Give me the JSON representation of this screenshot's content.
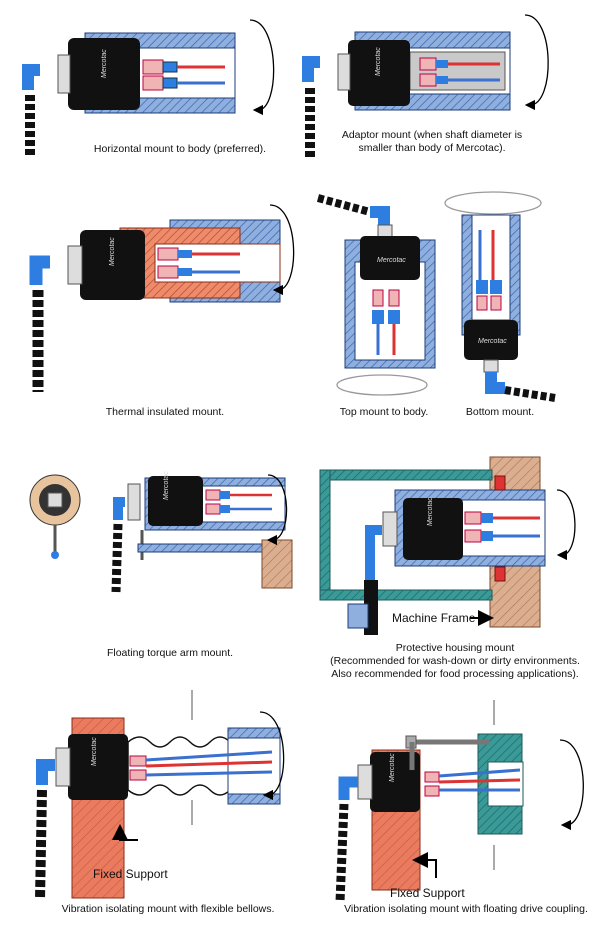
{
  "brand_label": "Mercotac",
  "panels": [
    {
      "id": "p1",
      "caption_lines": [
        "Horizontal mount to body (preferred)."
      ]
    },
    {
      "id": "p2",
      "caption_lines": [
        "Adaptor mount (when shaft diameter is",
        "smaller than body of Mercotac)."
      ]
    },
    {
      "id": "p3",
      "caption_lines": [
        "Thermal insulated mount."
      ]
    },
    {
      "id": "p4",
      "caption_lines": [
        "Top mount to body."
      ]
    },
    {
      "id": "p5",
      "caption_lines": [
        "Bottom mount."
      ]
    },
    {
      "id": "p6",
      "caption_lines": [
        "Floating torque arm mount."
      ]
    },
    {
      "id": "p7",
      "caption_lines": [
        "Protective housing mount",
        "(Recommended for wash-down or dirty environments.",
        "Also recommended for food processing applications)."
      ]
    },
    {
      "id": "p8",
      "caption_lines": [
        "Vibration isolating mount with flexible bellows."
      ]
    },
    {
      "id": "p9",
      "caption_lines": [
        "Vibration isolating mount with floating drive coupling."
      ]
    }
  ],
  "labels": {
    "machine_frame": "Machine Frame",
    "fixed_support_left": "Fixed Support",
    "fixed_support_right": "Fixed Support"
  },
  "colors": {
    "shaft_blue": "#7fa6d8",
    "hatch_blue": "#3a64b0",
    "insulation_orange": "#e87a5a",
    "support_salmon": "#e8785e",
    "frame_teal": "#2f8c8c",
    "wood_tan": "#d9a98a",
    "connector_blue": "#2e7de0",
    "body_black": "#111111"
  }
}
